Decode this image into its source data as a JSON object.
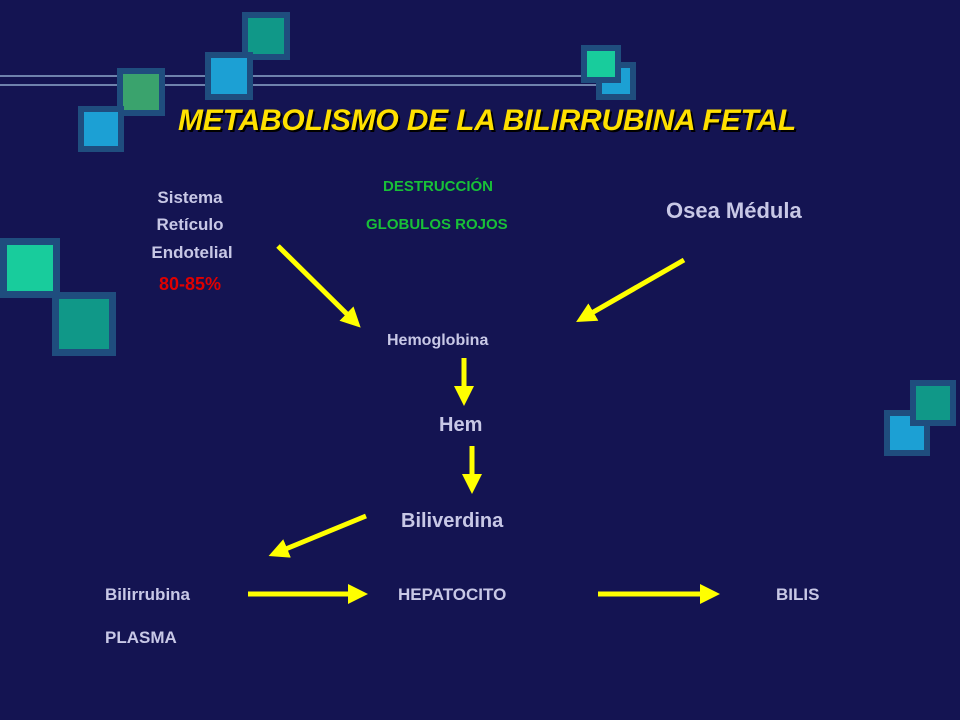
{
  "slide": {
    "title": "METABOLISMO DE LA BILIRRUBINA FETAL",
    "colors": {
      "background": "#141452",
      "title": "#ffe000",
      "text": "#c8c8e6",
      "highlight_green": "#18c038",
      "highlight_red": "#e00000",
      "arrow": "#ffff00"
    }
  },
  "destruction": {
    "line1": "DESTRUCCIÓN",
    "line2": "GLOBULOS ROJOS"
  },
  "sistema": {
    "line1": "Sistema",
    "line2": "Retículo",
    "line3": "Endotelial",
    "percent": "80-85%"
  },
  "osea": {
    "label": "Osea Médula"
  },
  "nodes": {
    "hemoglobina": "Hemoglobina",
    "hem": "Hem",
    "biliverdina": "Biliverdina",
    "bilirrubina": "Bilirrubina",
    "plasma": "PLASMA",
    "hepatocito": "HEPATOCITO",
    "bilis": "BILIS"
  }
}
